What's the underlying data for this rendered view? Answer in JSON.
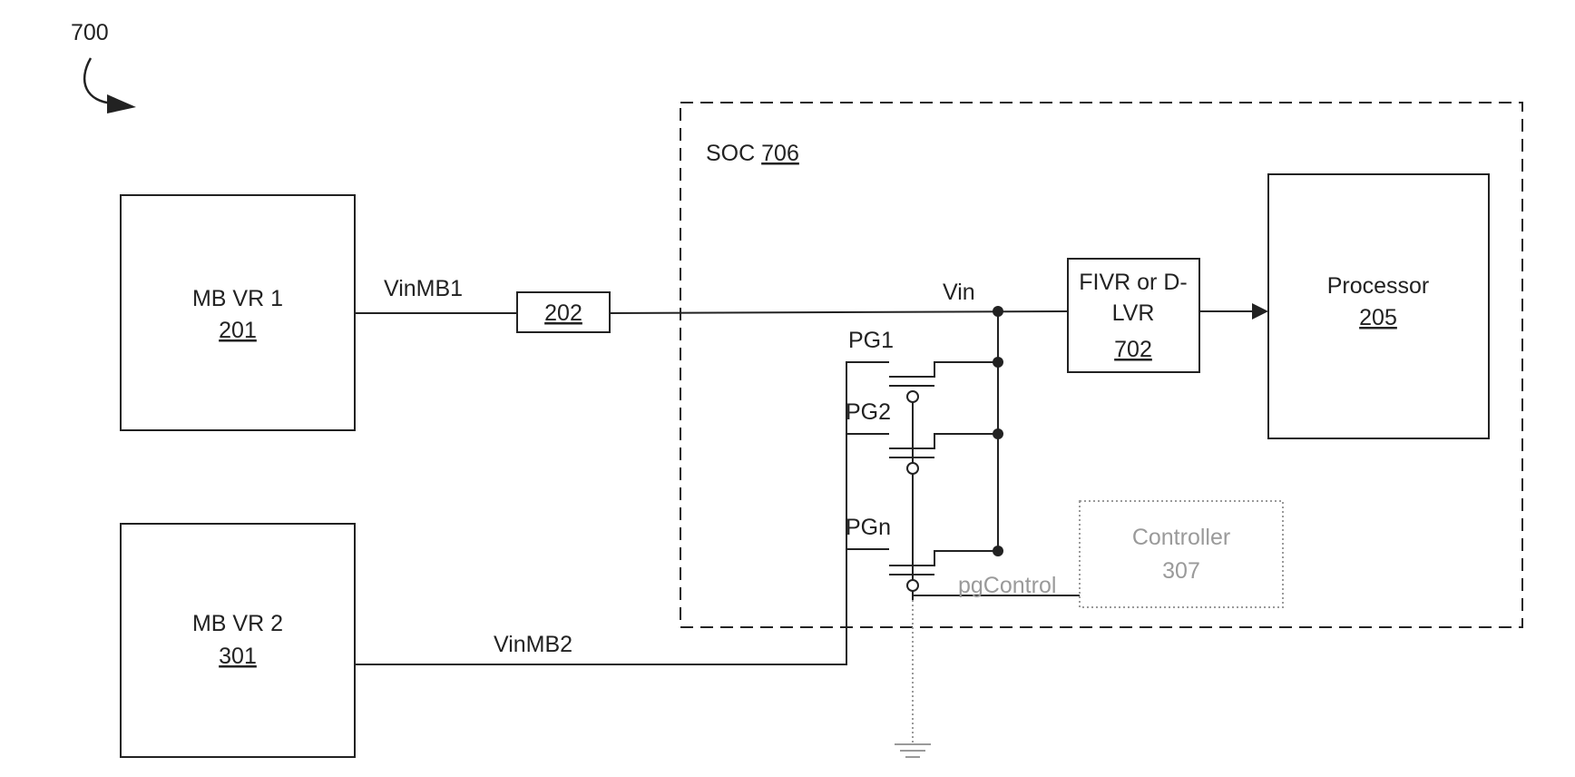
{
  "figure": {
    "ref": "700"
  },
  "soc": {
    "label": "SOC",
    "ref": "706"
  },
  "blocks": {
    "mbvr1": {
      "label": "MB VR 1",
      "ref": "201"
    },
    "mbvr2": {
      "label": "MB VR 2",
      "ref": "301"
    },
    "filter": {
      "ref": "202"
    },
    "fivr": {
      "line1": "FIVR or D-",
      "line2": "LVR",
      "ref": "702"
    },
    "processor": {
      "label": "Processor",
      "ref": "205"
    },
    "controller": {
      "label": "Controller",
      "ref": "307"
    }
  },
  "nets": {
    "vinmb1": "VinMB1",
    "vinmb2": "VinMB2",
    "vin": "Vin",
    "pg1": "PG1",
    "pg2": "PG2",
    "pgn": "PGn",
    "pgcontrol": "pgControl"
  },
  "colors": {
    "line": "#222222",
    "ghost": "#9a9a9a"
  }
}
